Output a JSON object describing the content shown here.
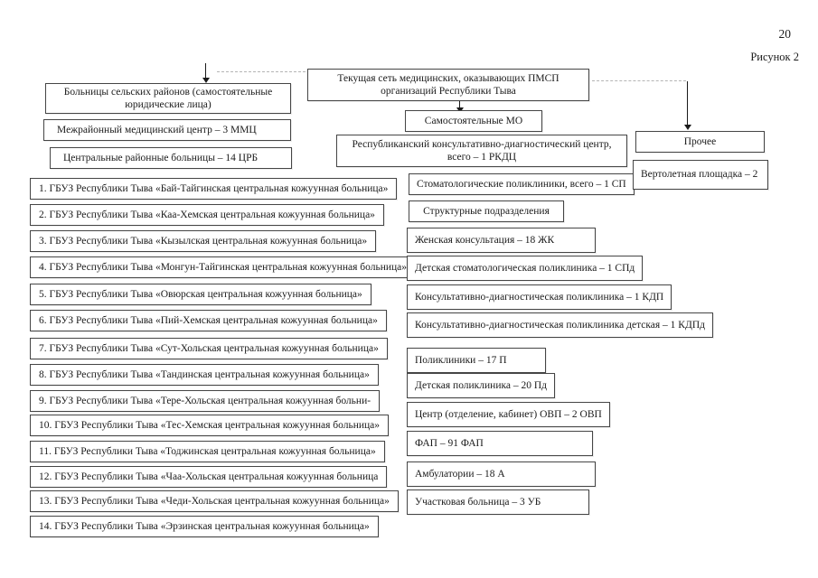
{
  "page": {
    "number": "20",
    "figure_label": "Рисунок 2"
  },
  "root": {
    "text": "Текущая сеть медицинских, оказывающих ПМСП организаций Республики Тыва"
  },
  "left_branch": {
    "header": "Больницы сельских районов (самостоятельные юридические лица)",
    "mmc": "Межрайонный медицинский центр – 3 ММЦ",
    "crb": "Центральные районные больницы – 14 ЦРБ",
    "hospitals": [
      "1. ГБУЗ Республики Тыва «Бай-Тайгинская центральная кожуунная больница»",
      "2. ГБУЗ Республики Тыва «Каа-Хемская центральная кожуунная больница»",
      "3. ГБУЗ Республики Тыва «Кызылская центральная кожуунная больница»",
      "4. ГБУЗ Республики Тыва «Монгун-Тайгинская центральная кожуунная больница»",
      "5. ГБУЗ Республики Тыва «Овюрская центральная кожуунная больница»",
      "6. ГБУЗ Республики Тыва «Пий-Хемская центральная кожуунная больница»",
      "7. ГБУЗ Республики Тыва «Сут-Хольская центральная кожуунная больница»",
      "8. ГБУЗ Республики Тыва «Тандинская центральная кожуунная больница»",
      "9. ГБУЗ Республики Тыва «Тере-Хольская центральная кожуунная больни-",
      "10. ГБУЗ Республики Тыва «Тес-Хемская центральная кожуунная больница»",
      "11. ГБУЗ Республики Тыва «Тоджинская центральная кожуунная больница»",
      "12. ГБУЗ Республики Тыва «Чаа-Хольская центральная кожуунная больница",
      "13. ГБУЗ Республики Тыва «Чеди-Хольская центральная кожуунная больница»",
      "14. ГБУЗ Республики Тыва «Эрзинская центральная кожуунная больница»"
    ]
  },
  "center_branch": {
    "smo": "Самостоятельные МО",
    "rkdc": "Республиканский консультативно-диагностический центр, всего – 1 РКДЦ",
    "stomat": "Стоматологические поликлиники, всего – 1 СП",
    "structural_header": "Структурные подразделения",
    "units": [
      "Женская консультация – 18 ЖК",
      "Детская стоматологическая поликлиника – 1 СПд",
      "Консультативно-диагностическая поликлиника – 1 КДП",
      "Консультативно-диагностическая поликлиника детская – 1 КДПд",
      "Поликлиники – 17 П",
      "Детская поликлиника – 20 Пд",
      "Центр (отделение, кабинет) ОВП – 2 ОВП",
      "ФАП – 91 ФАП",
      "Амбулатории – 18 А",
      "Участковая больница – 3 УБ"
    ]
  },
  "right_branch": {
    "header": "Прочее",
    "heliport": "Вертолетная площадка – 2"
  },
  "colors": {
    "ink": "#1a1a1a",
    "box_border": "#454545",
    "background": "#ffffff"
  }
}
